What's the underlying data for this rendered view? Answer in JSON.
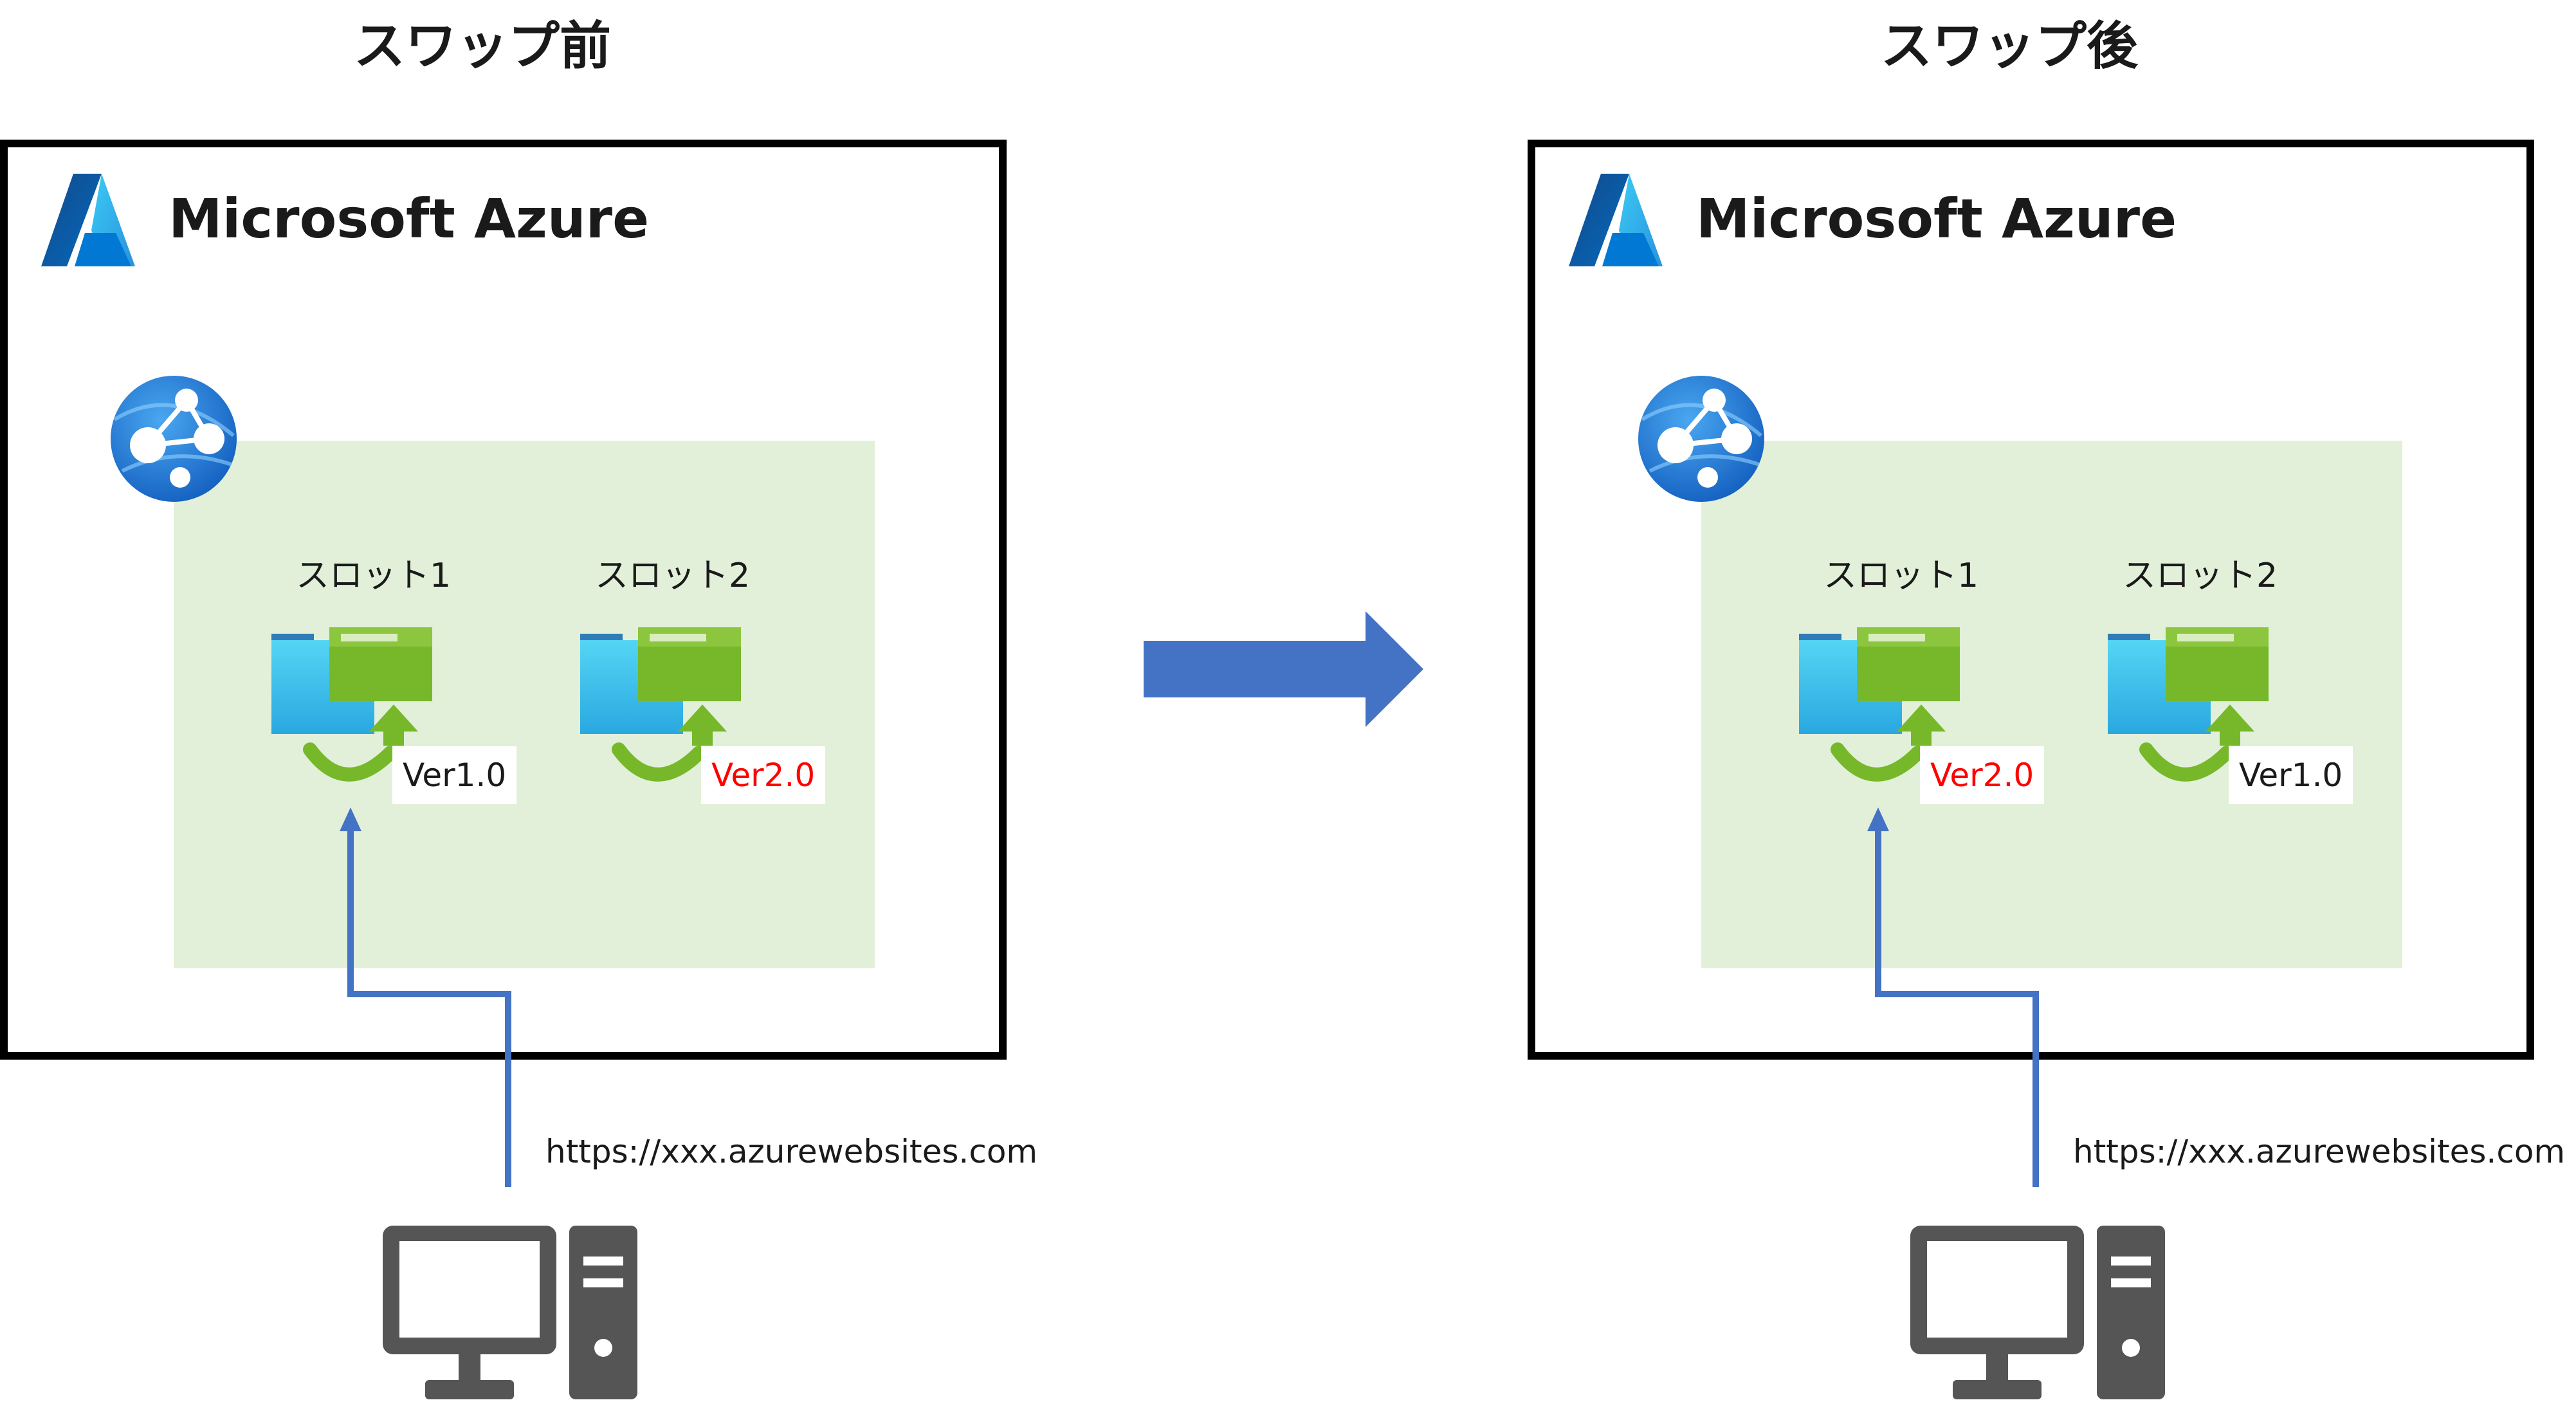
{
  "colors": {
    "panel_border": "#000000",
    "slot_background": "#e2f0d9",
    "flow_line": "#4472c4",
    "swap_arrow": "#4472c4",
    "highlight_version": "#ff0000",
    "normal_version": "#1a1a1a",
    "azure_blue": "#0078d4",
    "slot_green": "#76b82a",
    "pc_gray": "#555555"
  },
  "before": {
    "title": "スワップ前",
    "brand": "Microsoft Azure",
    "slot1": {
      "label": "スロット1",
      "version": "Ver1.0",
      "highlight": false
    },
    "slot2": {
      "label": "スロット2",
      "version": "Ver2.0",
      "highlight": true
    },
    "url": "https://xxx.azurewebsites.com"
  },
  "after": {
    "title": "スワップ後",
    "brand": "Microsoft Azure",
    "slot1": {
      "label": "スロット1",
      "version": "Ver2.0",
      "highlight": true
    },
    "slot2": {
      "label": "スロット2",
      "version": "Ver1.0",
      "highlight": false
    },
    "url": "https://xxx.azurewebsites.com"
  },
  "icons": {
    "azure_logo": "azure-logo-icon",
    "app_service": "app-service-globe-icon",
    "deployment_slot": "deployment-slot-icon",
    "client_computer": "desktop-computer-icon",
    "swap": "right-arrow-icon"
  }
}
